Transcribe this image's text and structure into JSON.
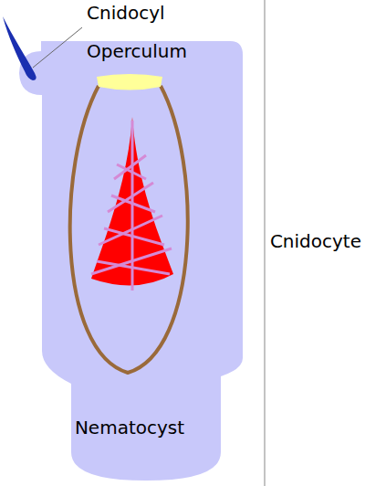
{
  "diagram": {
    "labels": [
      "Cnidocyl",
      "Operculum",
      "Cnidocyte",
      "Nematocyst"
    ]
  }
}
